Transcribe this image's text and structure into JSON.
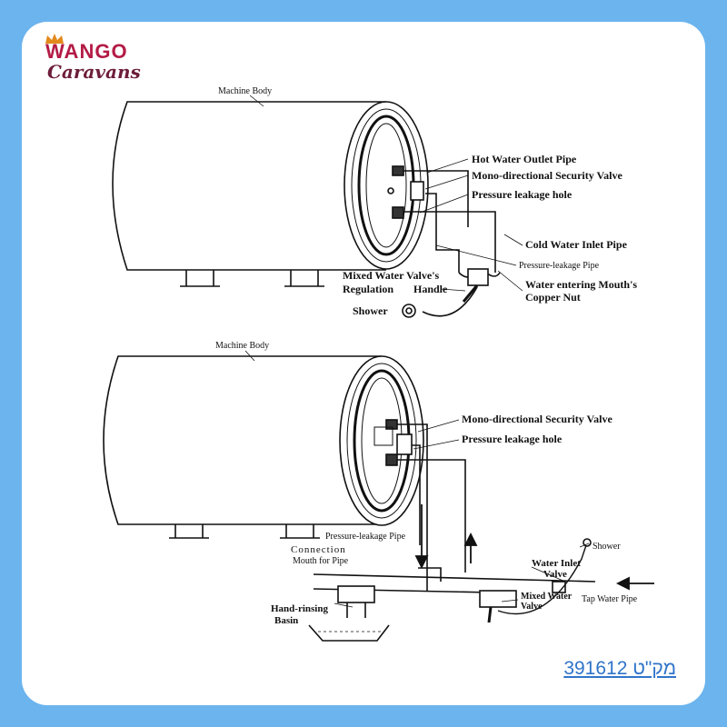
{
  "brand": {
    "name_top": "WANGO",
    "name_bottom": "Caravans"
  },
  "sku": "מק\"ט 391612",
  "diagram_top": {
    "machine_body": "Machine Body",
    "hot_water_outlet": "Hot  Water  Outlet Pipe",
    "mono_valve": "Mono-directional Security Valve",
    "pressure_hole": "Pressure leakage hole",
    "cold_inlet": "Cold Water Inlet Pipe",
    "pressure_pipe": "Pressure-leakage Pipe",
    "mixed_valve_line1": "Mixed Water Valve's",
    "mixed_valve_line2": "Regulation",
    "handle": "Handle",
    "copper_nut_line1": "Water entering Mouth's",
    "copper_nut_line2": "Copper Nut",
    "shower": "Shower"
  },
  "diagram_bottom": {
    "machine_body": "Machine Body",
    "mono_valve": "Mono-directional Security Valve",
    "pressure_hole": "Pressure leakage hole",
    "pressure_pipe": "Pressure-leakage Pipe",
    "connection_line1": "Connection",
    "connection_line2": "Mouth for Pipe",
    "basin_line1": "Hand-rinsing",
    "basin_line2": "Basin",
    "shower": "Shower",
    "inlet_valve_line1": "Water Inlet",
    "inlet_valve_line2": "Valve",
    "mixed_valve_line1": "Mixed Water",
    "mixed_valve_line2": "Valve",
    "tap_pipe": "Tap Water Pipe"
  },
  "colors": {
    "background": "#6cb4ee",
    "brand_red": "#b31b45",
    "sku_blue": "#2f74c9"
  }
}
